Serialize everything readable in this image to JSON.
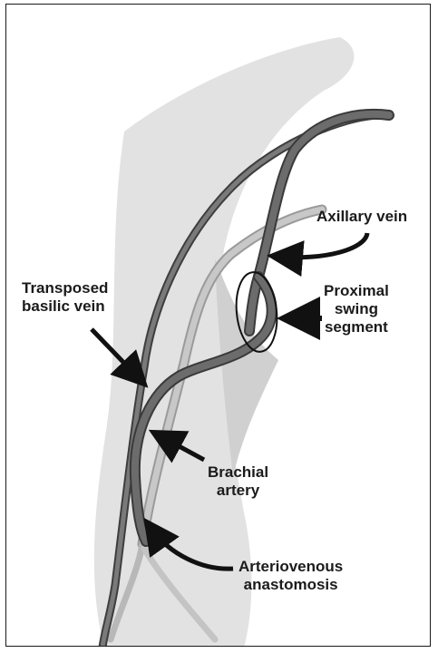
{
  "labels": {
    "axillary_vein": "Axillary vein",
    "proximal_swing": [
      "Proximal",
      "swing",
      "segment"
    ],
    "transposed_basilic": [
      "Transposed",
      "basilic vein"
    ],
    "brachial_artery": [
      "Brachial",
      "artery"
    ],
    "av_anastomosis": [
      "Arteriovenous",
      "anastomosis"
    ]
  },
  "colors": {
    "border": "#1a1a1a",
    "arm_silhouette": "#e2e2e2",
    "arm_shadow": "#d0d0d0",
    "vein": "#6c6c6c",
    "vein_outline": "#3e3e3e",
    "artery": "#c8c8c8",
    "arrow": "#111111",
    "text": "#1b1b1b"
  }
}
